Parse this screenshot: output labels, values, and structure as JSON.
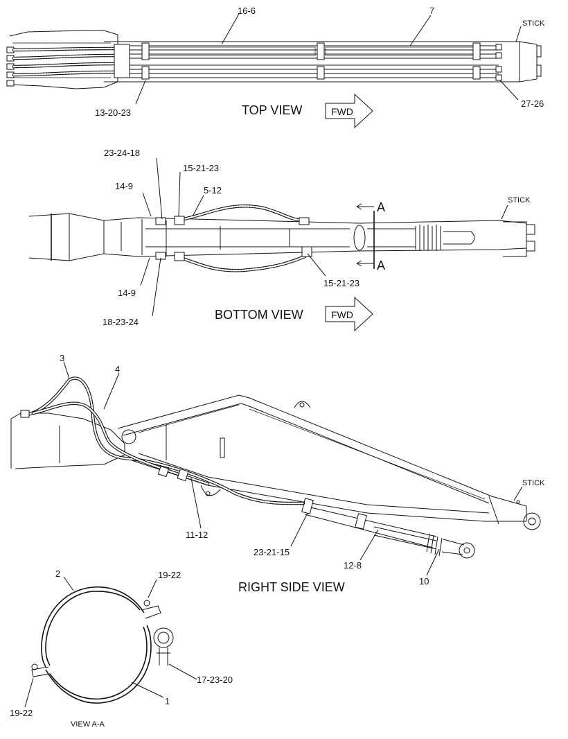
{
  "views": {
    "top": {
      "title": "TOP VIEW",
      "fwd": "FWD",
      "stick": "STICK",
      "callouts": [
        "16-6",
        "7",
        "13-20-23",
        "27-26"
      ]
    },
    "bottom": {
      "title": "BOTTOM VIEW",
      "fwd": "FWD",
      "stick": "STICK",
      "section_marks": [
        "A",
        "A"
      ],
      "callouts": [
        "23-24-18",
        "15-21-23",
        "14-9",
        "5-12",
        "14-9",
        "18-23-24",
        "15-21-23"
      ]
    },
    "side": {
      "title": "RIGHT SIDE VIEW",
      "stick": "STICK",
      "callouts": [
        "3",
        "4",
        "11-12",
        "23-21-15",
        "12-8",
        "10"
      ]
    },
    "section": {
      "title": "VIEW A-A",
      "callouts": [
        "2",
        "19-22",
        "17-23-20",
        "1",
        "19-22"
      ]
    }
  }
}
